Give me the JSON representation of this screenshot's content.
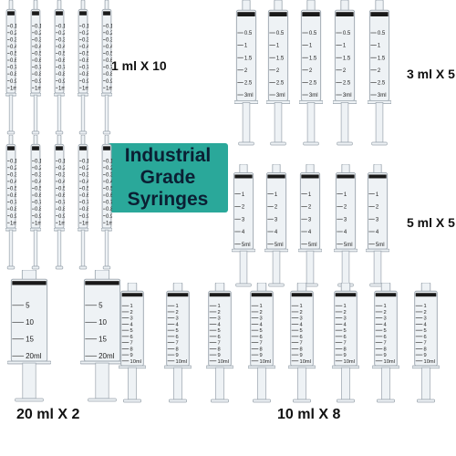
{
  "title_lines": "Industrial\nGrade\nSyringes",
  "colors": {
    "title_box": "#2aa89a",
    "title_text": "#0b1f33",
    "barrel": "#eef2f5",
    "barrel_stroke": "#9aa4ad",
    "plunger_seal": "#1a1a1a",
    "scale_ink": "#222222"
  },
  "groups": [
    {
      "id": "1ml",
      "label": "1 ml X 10",
      "count": 10,
      "ticks": [
        "0.1",
        "0.2",
        "0.3",
        "0.4",
        "0.5",
        "0.6",
        "0.7",
        "0.8",
        "0.9",
        "1ml"
      ]
    },
    {
      "id": "3ml",
      "label": "3 ml X 5",
      "count": 5,
      "ticks": [
        "0.5",
        "1",
        "1.5",
        "2",
        "2.5",
        "3ml"
      ]
    },
    {
      "id": "5ml",
      "label": "5 ml X 5",
      "count": 5,
      "ticks": [
        "1",
        "2",
        "3",
        "4",
        "5ml"
      ]
    },
    {
      "id": "20ml",
      "label": "20 ml X 2",
      "count": 2,
      "ticks": [
        "5",
        "10",
        "15",
        "20ml"
      ]
    },
    {
      "id": "10ml",
      "label": "10 ml X 8",
      "count": 8,
      "ticks": [
        "1",
        "2",
        "3",
        "4",
        "5",
        "6",
        "7",
        "8",
        "9",
        "10ml"
      ]
    }
  ]
}
